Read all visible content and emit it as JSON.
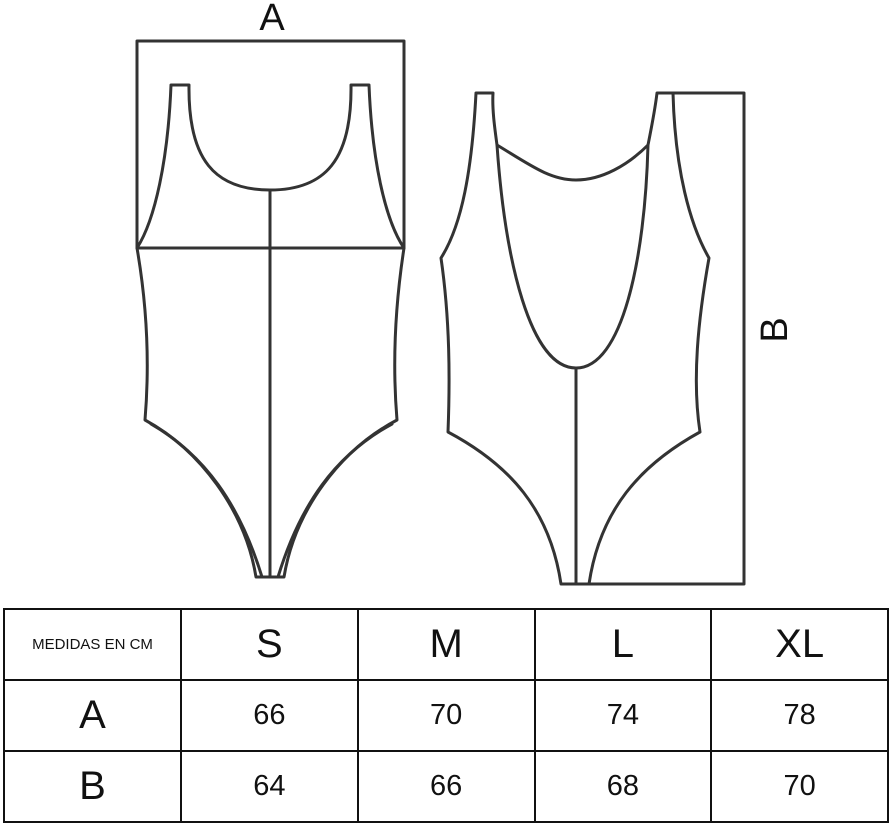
{
  "diagram": {
    "label_a": "A",
    "label_b": "B"
  },
  "table": {
    "caption": "MEDIDAS EN CM",
    "sizes": [
      "S",
      "M",
      "L",
      "XL"
    ],
    "rows": [
      {
        "key": "A",
        "values": [
          "66",
          "70",
          "74",
          "78"
        ]
      },
      {
        "key": "B",
        "values": [
          "64",
          "66",
          "68",
          "70"
        ]
      }
    ]
  },
  "colors": {
    "stroke": "#333333",
    "text": "#111111"
  }
}
